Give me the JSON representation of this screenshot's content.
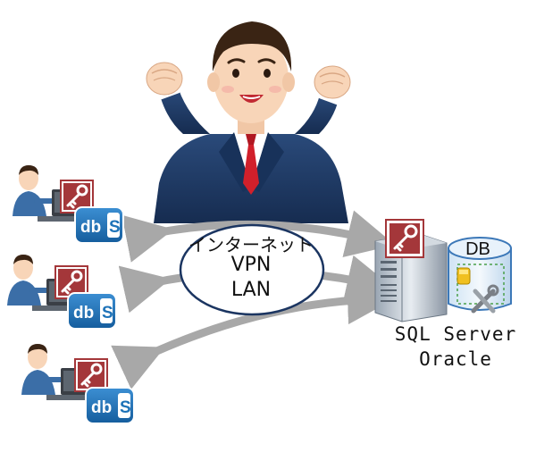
{
  "network": {
    "line1": "インターネット",
    "line2": "VPN",
    "line3": "LAN"
  },
  "server": {
    "db_label": "DB",
    "line1": "SQL Server",
    "line2": "Oracle"
  },
  "clients": [
    {
      "badge": "db",
      "badge_s": "S"
    },
    {
      "badge": "db",
      "badge_s": "S"
    },
    {
      "badge": "db",
      "badge_s": "S"
    }
  ],
  "colors": {
    "arrow": "#a8a8a8",
    "access_red": "#a4373a",
    "dbs_blue": "#1e73b8",
    "suit": "#1f3b66",
    "tie": "#d1202b",
    "skin": "#f8d5b8",
    "hair": "#3a2414"
  },
  "icons": [
    "person-icon",
    "access-key-icon",
    "dbs-badge-icon",
    "server-icon",
    "database-icon",
    "tools-icon"
  ]
}
